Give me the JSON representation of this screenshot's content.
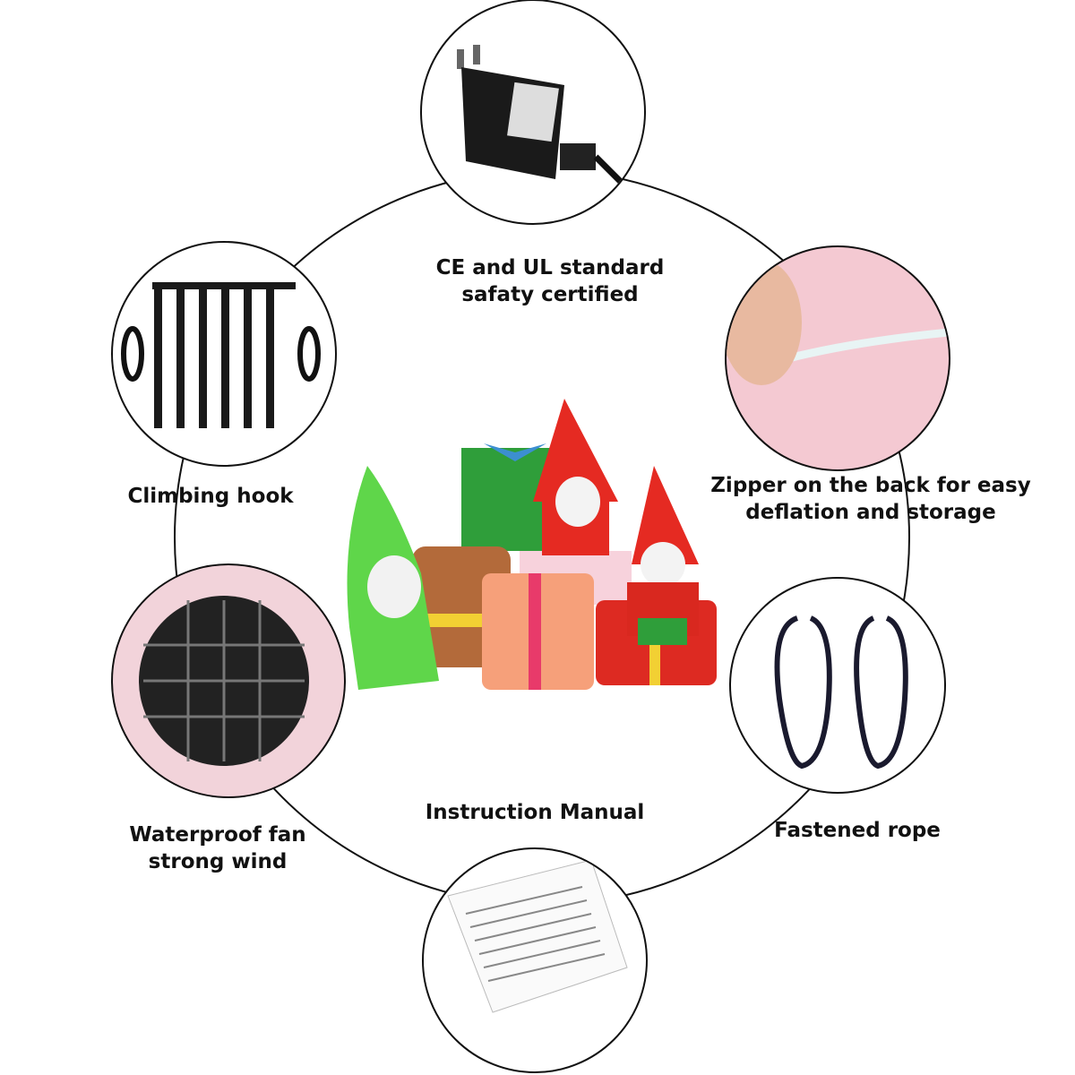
{
  "features": [
    {
      "id": "adapter",
      "label_lines": [
        "CE and UL standard",
        "safaty certified"
      ]
    },
    {
      "id": "hooks",
      "label_lines": [
        "Climbing hook"
      ]
    },
    {
      "id": "zipper",
      "label_lines": [
        "Zipper on the back for easy",
        "deflation and storage"
      ]
    },
    {
      "id": "fan",
      "label_lines": [
        "Waterproof fan",
        "strong wind"
      ]
    },
    {
      "id": "manual",
      "label_lines": [
        "Instruction Manual"
      ]
    },
    {
      "id": "rope",
      "label_lines": [
        "Fastened rope"
      ]
    }
  ],
  "colors": {
    "outline": "#111111",
    "green": "#5fd64a",
    "red": "#e52a22",
    "pink": "#f4c9d2"
  }
}
